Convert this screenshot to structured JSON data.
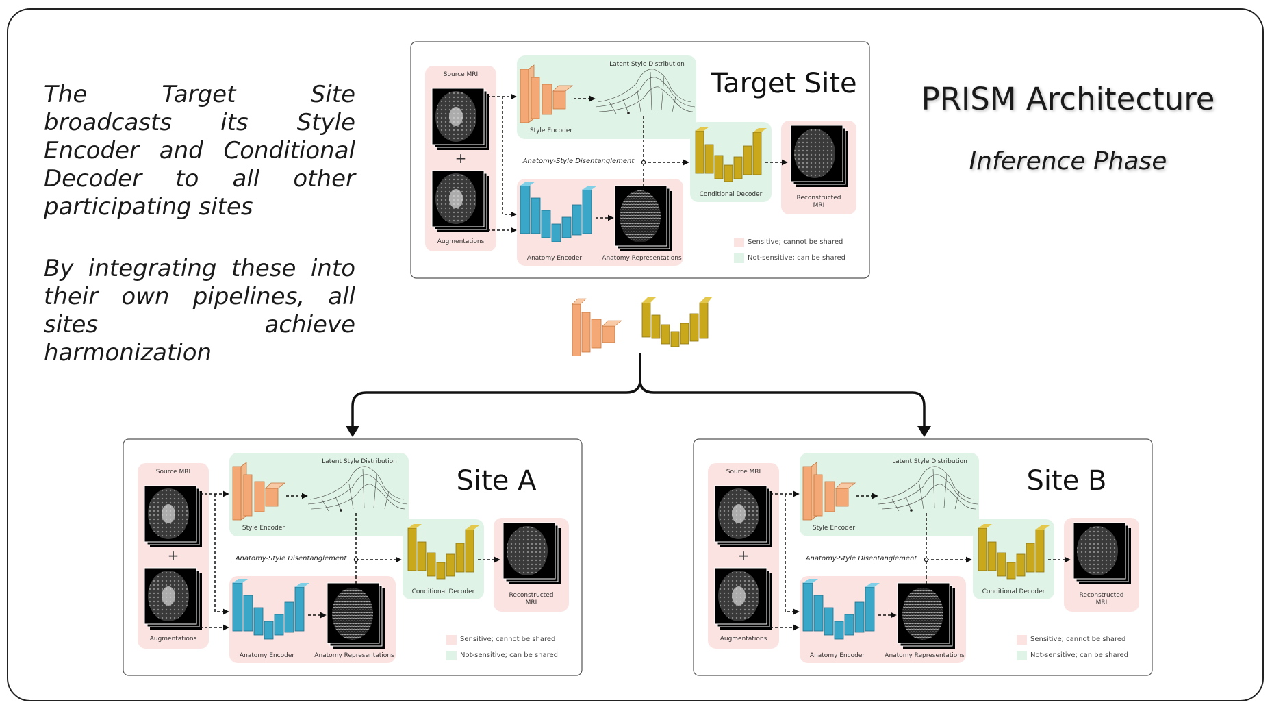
{
  "left_text": {
    "paragraph1": "The Target Site broadcasts its Style Encoder and Conditional Decoder to all other participating sites",
    "paragraph2": "By integrating these into their own pipelines, all sites achieve harmonization"
  },
  "header": {
    "title": "PRISM Architecture",
    "subtitle": "Inference Phase"
  },
  "panels": [
    {
      "site_name": "Target Site"
    },
    {
      "site_name": "Site A"
    },
    {
      "site_name": "Site B"
    }
  ],
  "pipeline_labels": {
    "source_mri": "Source MRI",
    "augmentations": "Augmentations",
    "plus": "+",
    "style_encoder": "Style Encoder",
    "latent_style": "Latent Style Distribution",
    "disentanglement": "Anatomy-Style Disentanglement",
    "anatomy_encoder": "Anatomy Encoder",
    "anatomy_representations": "Anatomy Representations",
    "conditional_decoder": "Conditional Decoder",
    "reconstructed_line1": "Reconstructed",
    "reconstructed_line2": "MRI",
    "legend_sensitive": "Sensitive; cannot be shared",
    "legend_not_sensitive": "Not-sensitive; can be shared"
  },
  "colors": {
    "sensitive_bg": "#fbe3e1",
    "not_sensitive_bg": "#dff3e6",
    "style_encoder": "#f4a876",
    "anatomy_encoder": "#3aa7c9",
    "conditional_decoder": "#c9a81c"
  },
  "icons": [
    "style-encoder-icon",
    "conditional-decoder-icon",
    "anatomy-encoder-icon",
    "brain-mri-icon",
    "gaussian-surface-icon"
  ]
}
